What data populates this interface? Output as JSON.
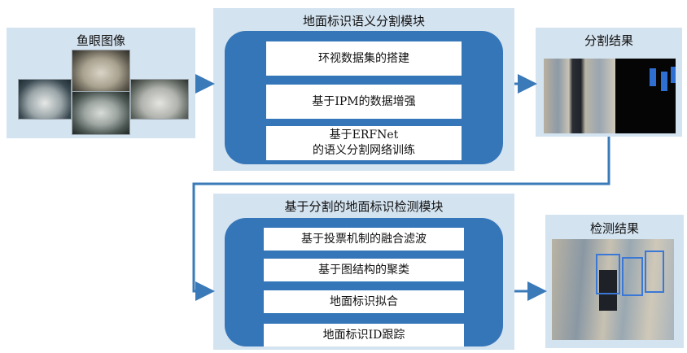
{
  "fisheye": {
    "title": "鱼眼图像"
  },
  "module1": {
    "title": "地面标识语义分割模块",
    "steps": [
      "环视数据集的搭建",
      "基于IPM的数据增强",
      "基于ERFNet\n的语义分割网络训练"
    ]
  },
  "seg_result": {
    "title": "分割结果"
  },
  "module2": {
    "title": "基于分割的地面标识检测模块",
    "steps": [
      "基于投票机制的融合滤波",
      "基于图结构的聚类",
      "地面标识拟合",
      "地面标识ID跟踪"
    ]
  },
  "det_result": {
    "title": "检测结果"
  },
  "colors": {
    "panel_bg": "#d4e3f0",
    "inner_bg": "#3576b9",
    "arrow": "#3a7ab8"
  }
}
